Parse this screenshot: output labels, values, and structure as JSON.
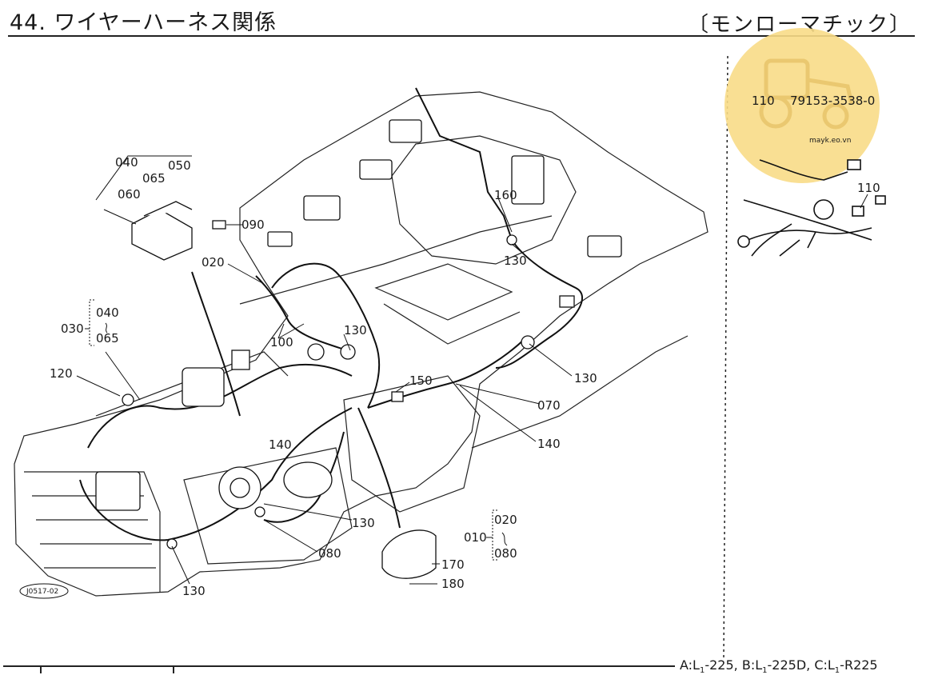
{
  "header": {
    "title": "44. ワイヤーハーネス関係",
    "subtitle": "〔モンローマチック〕"
  },
  "callouts": {
    "c040a": "040",
    "c065a": "065",
    "c050": "050",
    "c060": "060",
    "c090": "090",
    "c020": "020",
    "c030": "030",
    "c040b": "040",
    "c065b": "065",
    "c120": "120",
    "c100": "100",
    "c130a": "130",
    "c130b": "130",
    "c130c": "130",
    "c130d": "130",
    "c130e": "130",
    "c160": "160",
    "c150": "150",
    "c070": "070",
    "c140a": "140",
    "c140b": "140",
    "c080a": "080",
    "c010": "010",
    "c020b": "020",
    "c080b": "080",
    "c170": "170",
    "c180": "180",
    "c110a": "110",
    "c110b": "110",
    "figure_id": "J0517-02"
  },
  "inset": {
    "part_number": "79153-3538-0",
    "watermark": "mayk.eo.vn"
  },
  "footer": {
    "a_label": "A:L",
    "a_sub": "1",
    "a_val": "-225,",
    "b_label": "B:L",
    "b_sub": "1",
    "b_val": "-225D,",
    "c_label": "C:L",
    "c_sub": "1",
    "c_val": "-R225"
  },
  "colors": {
    "watermark_fill": "#f8dc87",
    "line": "#1a1a1a"
  }
}
